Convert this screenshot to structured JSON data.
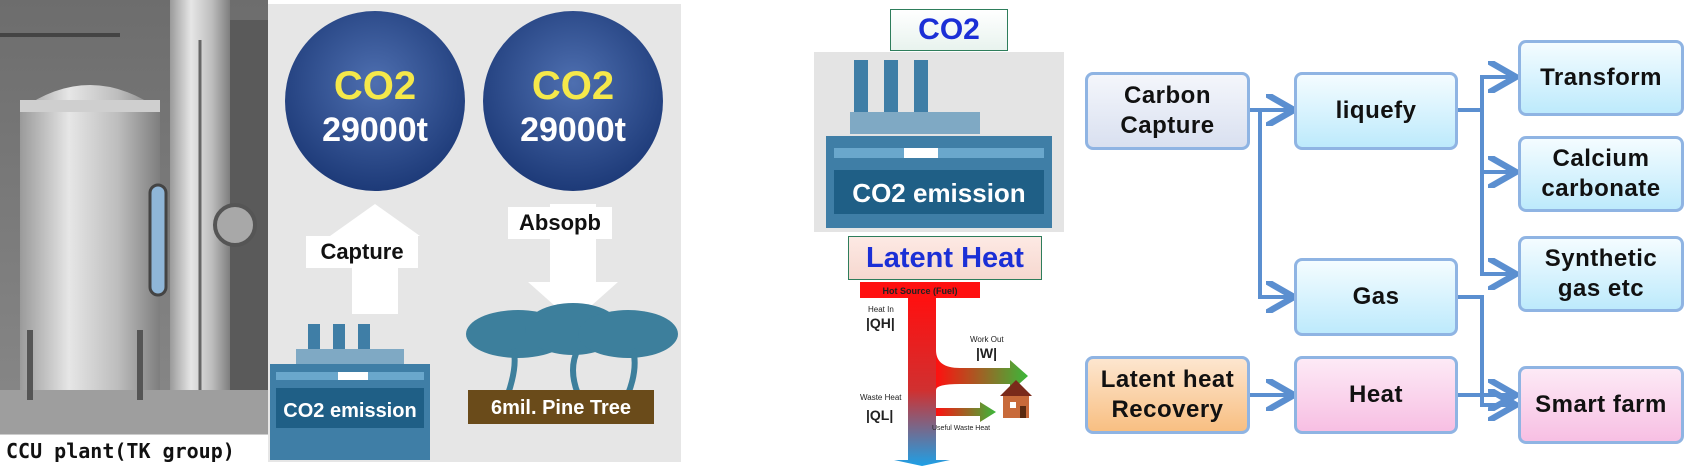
{
  "photo": {
    "caption": "CCU plant(TK group)"
  },
  "comparison": {
    "left_circle": {
      "line1": "CO2",
      "line2": "29000t"
    },
    "right_circle": {
      "line1": "CO2",
      "line2": "29000t"
    },
    "capture_label": "Capture",
    "absorb_label": "Absopb",
    "factory_label": "CO2 emission",
    "tree_label": "6mil. Pine Tree"
  },
  "middle": {
    "co2_title": "CO2",
    "factory_label": "CO2 emission",
    "latent_heat_title": "Latent Heat",
    "heat_engine": {
      "hot_source": "Hot Source (Fuel)",
      "heat_in_label": "Heat In",
      "heat_in_symbol": "|QH|",
      "work_out_label": "Work Out",
      "work_out_symbol": "|W|",
      "waste_heat_label": "Waste Heat",
      "waste_heat_symbol": "|QL|",
      "useful_waste_heat": "Useful Waste Heat"
    }
  },
  "flow": {
    "carbon_capture": "Carbon\nCapture",
    "liquefy": "liquefy",
    "gas": "Gas",
    "transform": "Transform",
    "calcium_carbonate": "Calcium\ncarbonate",
    "synthetic_gas": "Synthetic\ngas etc",
    "latent_heat_recovery": "Latent heat\nRecovery",
    "heat": "Heat",
    "smart_farm": "Smart farm"
  },
  "colors": {
    "circle_dark": "#1d3a78",
    "circle_light": "#4e6fb0",
    "co2_text": "#f5e84a",
    "factory_blue": "#3f7ea6",
    "factory_dark": "#1f5f86",
    "tree": "#3d7f9c",
    "tree_label_bg": "#6a4b1a",
    "connector": "#5b8fd0"
  }
}
